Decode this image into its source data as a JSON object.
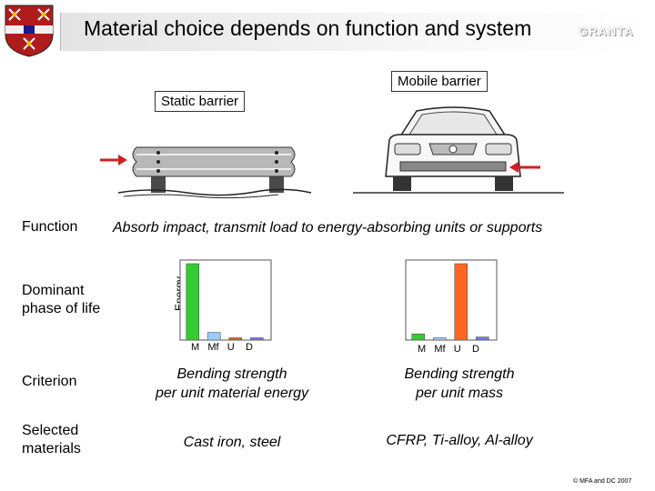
{
  "slide": {
    "title": "Material choice depends on function and system",
    "logo_text": "GRANTA",
    "copyright": "© MFA and DC 2007"
  },
  "labels": {
    "static_barrier": "Static barrier",
    "mobile_barrier": "Mobile barrier"
  },
  "rows": {
    "function": {
      "label": "Function",
      "text": "Absorb impact, transmit load to energy-absorbing units or supports"
    },
    "dominant_phase": {
      "label_line1": "Dominant",
      "label_line2": "phase of life"
    },
    "criterion": {
      "label": "Criterion",
      "static_line1": "Bending strength",
      "static_line2": "per unit material energy",
      "mobile_line1": "Bending strength",
      "mobile_line2": "per unit mass"
    },
    "selected": {
      "label_line1": "Selected",
      "label_line2": "materials",
      "static": "Cast iron, steel",
      "mobile": "CFRP, Ti-alloy, Al-alloy"
    }
  },
  "chart_data": [
    {
      "type": "bar",
      "ylabel": "Energy",
      "categories": [
        "M",
        "Mf",
        "U",
        "D"
      ],
      "values": [
        100,
        10,
        3,
        3
      ],
      "colors": [
        "#33cc33",
        "#99ccff",
        "#cc6633",
        "#7777dd"
      ]
    },
    {
      "type": "bar",
      "ylabel": "",
      "categories": [
        "M",
        "Mf",
        "U",
        "D"
      ],
      "values": [
        8,
        3,
        100,
        4
      ],
      "colors": [
        "#33cc33",
        "#99ccff",
        "#ff6622",
        "#7777dd"
      ]
    }
  ]
}
